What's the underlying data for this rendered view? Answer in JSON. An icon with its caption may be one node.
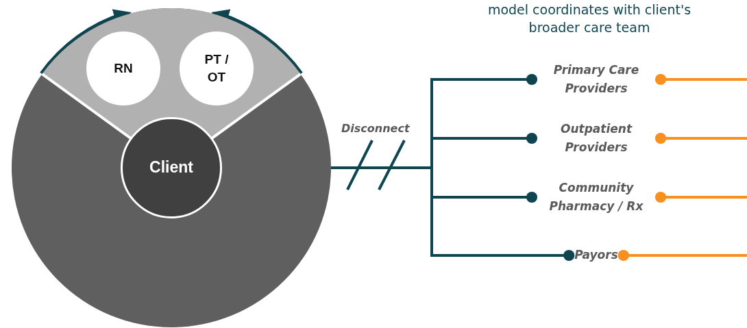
{
  "diagram": {
    "title": "model coordinates with client's broader care team",
    "nodes": [
      {
        "text": [],
        "shape": "circle"
      },
      {
        "text": [
          "RN"
        ],
        "in": 0
      },
      {
        "text": [
          "PT / OT"
        ],
        "in": 0
      },
      {
        "text": [
          "Client"
        ],
        "in": 0
      },
      {
        "text": [
          "Primary Care Providers"
        ]
      },
      {
        "text": [
          "Outpatient Providers"
        ]
      },
      {
        "text": [
          "Community Pharmacy / Rx"
        ]
      },
      {
        "text": [
          "Payors"
        ]
      }
    ],
    "edges": [
      {
        "from": 0,
        "to": 4,
        "arrow": "other"
      },
      {
        "from": 0,
        "to": 5,
        "arrow": "other"
      },
      {
        "from": 0,
        "to": 6,
        "arrow": "other"
      },
      {
        "from": 0,
        "to": 7,
        "arrow": "other"
      },
      {
        "from": null,
        "to": 4,
        "arrow": "other",
        "color": "#f7901e"
      },
      {
        "from": null,
        "to": 5,
        "arrow": "other",
        "color": "#f7901e"
      },
      {
        "from": null,
        "to": 6,
        "arrow": "other",
        "color": "#f7901e"
      },
      {
        "from": null,
        "to": 7,
        "arrow": "other",
        "color": "#f7901e"
      }
    ],
    "labels": [
      "Disconnect"
    ]
  }
}
